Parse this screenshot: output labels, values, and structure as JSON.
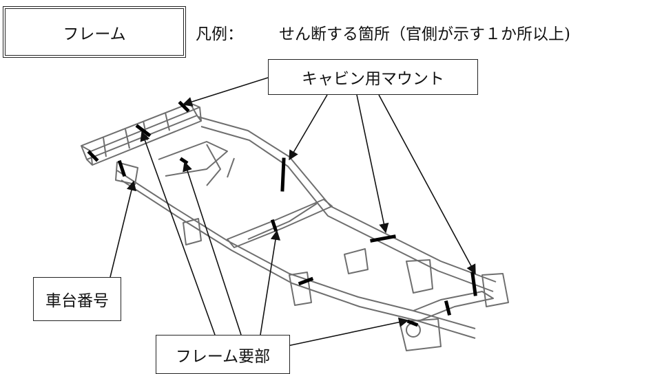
{
  "header": {
    "title": "フレーム",
    "legend_prefix": "凡例：",
    "legend_text": "せん断する箇所（官側が示す１か所以上)"
  },
  "callouts": {
    "cab_mount": "キャビン用マウント",
    "chassis_number": "車台番号",
    "frame_main": "フレーム要部"
  },
  "colors": {
    "line": "#222222",
    "frame_line": "#6e6e6e",
    "cut_mark": "#000000"
  },
  "icons": [
    "arrow-head"
  ]
}
